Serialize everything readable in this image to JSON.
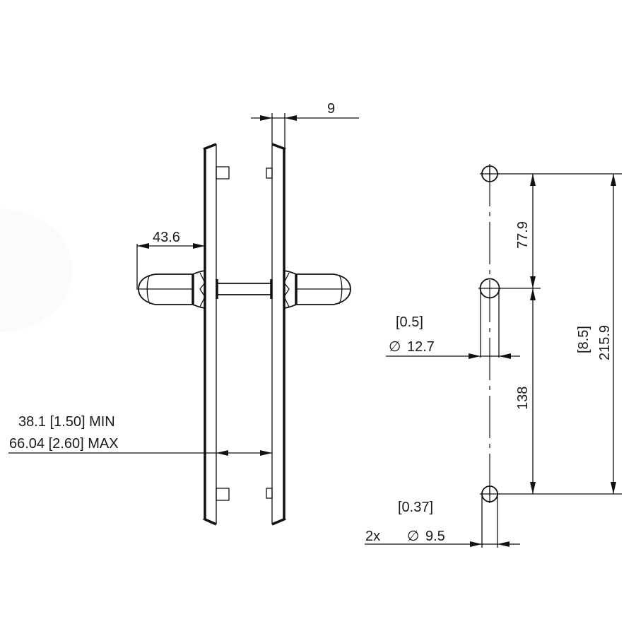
{
  "drawing": {
    "title": "Lever handle on backplate - dimensional drawing",
    "side_view": {
      "plate_gap_dimension": "9",
      "handle_projection_dimension": "43.6",
      "door_thickness_min": "38.1 [1.50] MIN",
      "door_thickness_max": "66.04 [2.60] MAX"
    },
    "hole_pattern": {
      "upper_pitch": "77.9",
      "lower_pitch": "138",
      "overall_pitch": "215.9",
      "overall_pitch_inch": "[8.5]",
      "center_hole_diameter": "12.7",
      "center_hole_diameter_inch": "[0.5]",
      "end_hole_count": "2x",
      "end_hole_diameter": "9.5",
      "end_hole_diameter_inch": "[0.37]",
      "diameter_symbol": "∅"
    }
  }
}
